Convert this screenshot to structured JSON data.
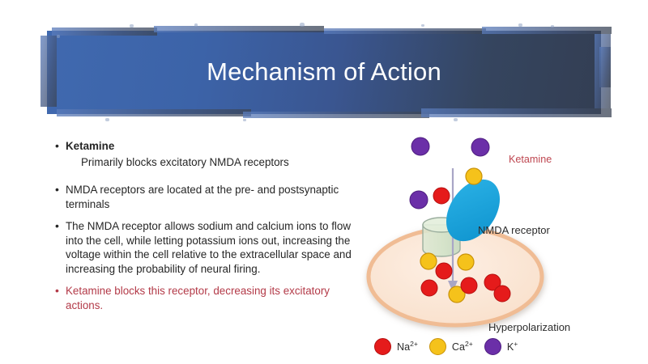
{
  "slide": {
    "title": "Mechanism of Action",
    "banner_gradient_start": "#4069AF",
    "banner_gradient_end": "#333E53",
    "background": "#FFFFFF",
    "accent_red": "#B33A48",
    "body_text_color": "#262626"
  },
  "content": {
    "bullets": [
      {
        "id": "ketamine-heading",
        "marker": "•",
        "text": "Ketamine",
        "bold": true,
        "color": "#262626"
      },
      {
        "id": "ketamine-subline",
        "marker": "",
        "text": "Primarily blocks excitatory NMDA receptors",
        "bold": false,
        "color": "#262626"
      },
      {
        "id": "nmda-location",
        "marker": "•",
        "text": "NMDA receptors are located at the pre- and postsynaptic terminals",
        "bold": false,
        "color": "#262626"
      },
      {
        "id": "nmda-function",
        "marker": "•",
        "text": "The NMDA receptor allows sodium and calcium ions to flow into the cell, while letting potassium ions out, increasing the voltage within the cell relative to the extracellular space and increasing the probability of neural firing.",
        "bold": false,
        "color": "#262626"
      },
      {
        "id": "ketamine-blocks",
        "marker": "•",
        "text": "Ketamine blocks this receptor, decreasing its excitatory actions.",
        "bold": false,
        "color": "#B33A48"
      }
    ]
  },
  "diagram": {
    "labels": {
      "ketamine": "Ketamine",
      "nmda_receptor": "NMDA receptor",
      "hyperpolarization": "Hyperpolarization"
    },
    "colors": {
      "cell_fill": "#FAE4D2",
      "cell_border": "#F0BC94",
      "channel_fill": "#D6E5CF",
      "channel_border": "#9BAE9E",
      "ketamine_blob": "#17A5DC",
      "arrow": "#A9A6C6",
      "na_red": "#E51B1B",
      "ca_yellow": "#F5C21B",
      "k_purple": "#6B2FA8"
    },
    "legend": [
      {
        "id": "na",
        "symbol": "Na",
        "charge": "2+",
        "color": "#E51B1B"
      },
      {
        "id": "ca",
        "symbol": "Ca",
        "charge": "2+",
        "color": "#F5C21B"
      },
      {
        "id": "k",
        "symbol": "K",
        "charge": "+",
        "color": "#6B2FA8"
      }
    ],
    "ions_outside": {
      "k_purple_count": 3,
      "ca_yellow_count": 1,
      "na_red_count": 1
    },
    "ions_inside": {
      "ca_yellow_count": 3,
      "na_red_count": 5
    }
  }
}
